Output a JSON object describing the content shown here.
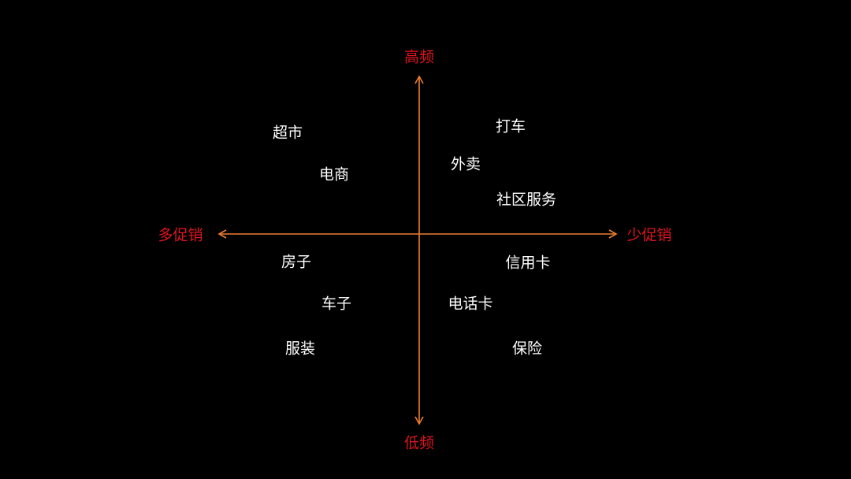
{
  "colors": {
    "axis": "#ed7d31",
    "axis_label": "#e0141e",
    "item": "#ffffff",
    "background": "#000000"
  },
  "axes": {
    "top": "高频",
    "bottom": "低频",
    "left": "多促销",
    "right": "少促销"
  },
  "items": [
    {
      "label": "超市",
      "quadrant": "top-left"
    },
    {
      "label": "电商",
      "quadrant": "top-left"
    },
    {
      "label": "打车",
      "quadrant": "top-right"
    },
    {
      "label": "外卖",
      "quadrant": "top-right"
    },
    {
      "label": "社区服务",
      "quadrant": "top-right"
    },
    {
      "label": "房子",
      "quadrant": "bottom-left"
    },
    {
      "label": "信用卡",
      "quadrant": "bottom-right"
    },
    {
      "label": "车子",
      "quadrant": "bottom-left"
    },
    {
      "label": "电话卡",
      "quadrant": "bottom-right"
    },
    {
      "label": "服装",
      "quadrant": "bottom-left"
    },
    {
      "label": "保险",
      "quadrant": "bottom-right"
    }
  ]
}
